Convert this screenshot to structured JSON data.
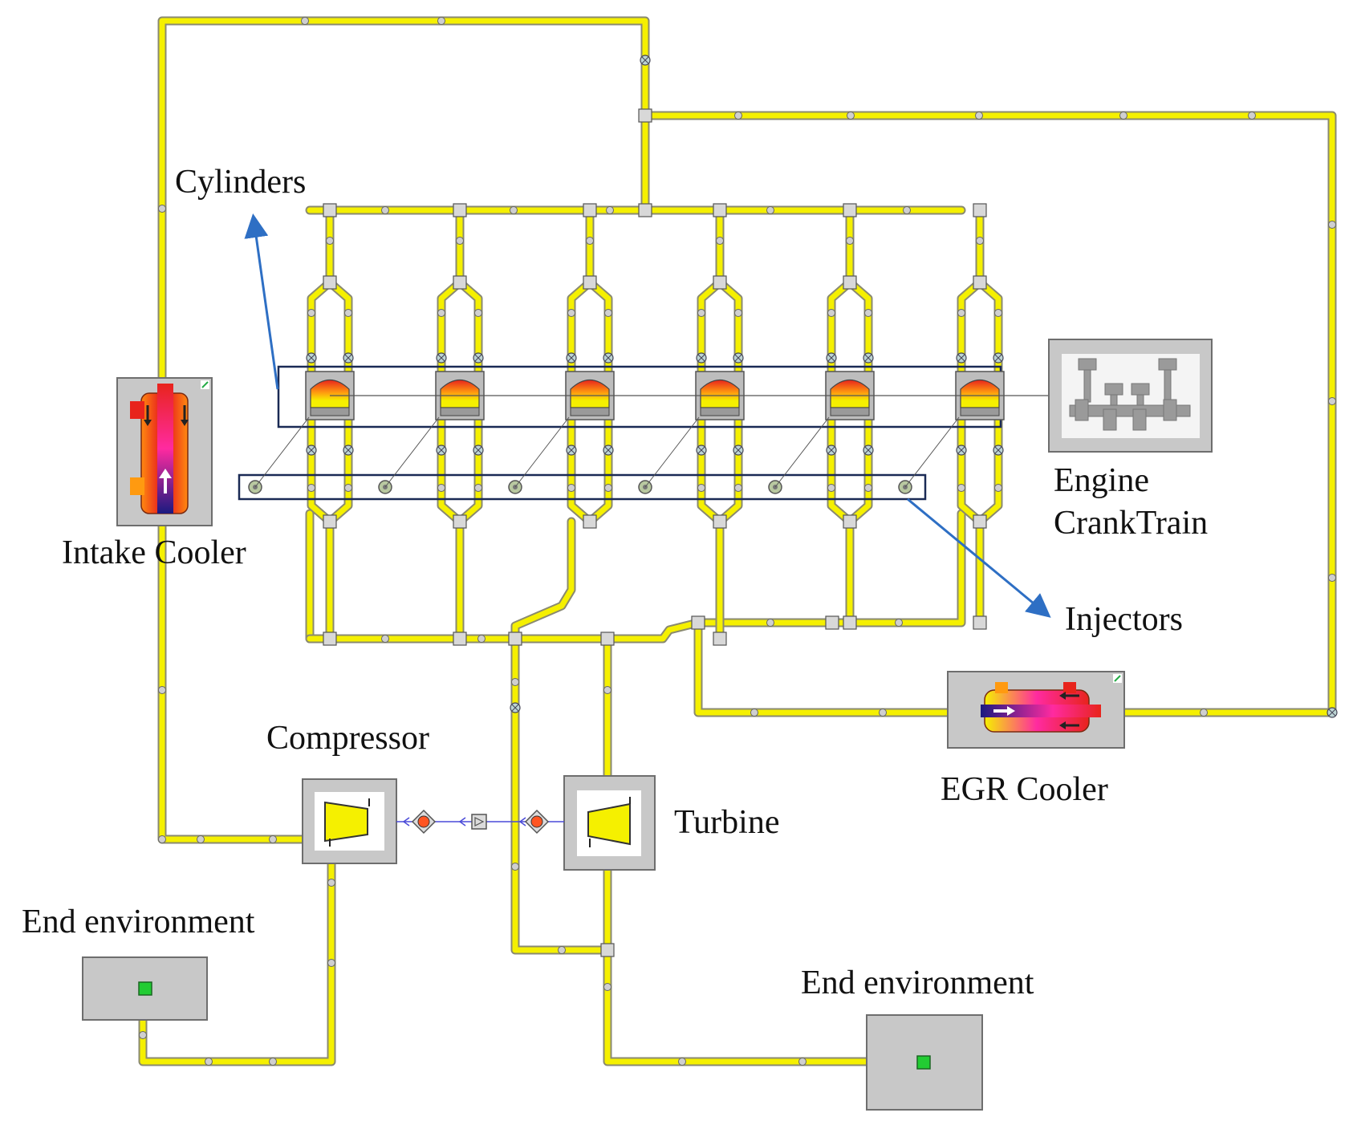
{
  "labels": {
    "cylinders": "Cylinders",
    "intake_cooler": "Intake Cooler",
    "engine_line1": "Engine",
    "engine_line2": "CrankTrain",
    "injectors": "Injectors",
    "compressor": "Compressor",
    "turbine": "Turbine",
    "egr_cooler": "EGR Cooler",
    "end_env_left": "End environment",
    "end_env_right": "End environment"
  },
  "colors": {
    "pipe": "#f5f000",
    "pipe_edge": "#8a8a70",
    "box_fill": "#c8c8c8",
    "box_edge": "#6e6e6e",
    "highlight_box": "#1a2a55",
    "arrow": "#2e6fc4",
    "shaft": "#4a4ad8",
    "env_green": "#22cc33"
  },
  "diagram": {
    "cylinder_count": 6,
    "injector_count": 6
  }
}
